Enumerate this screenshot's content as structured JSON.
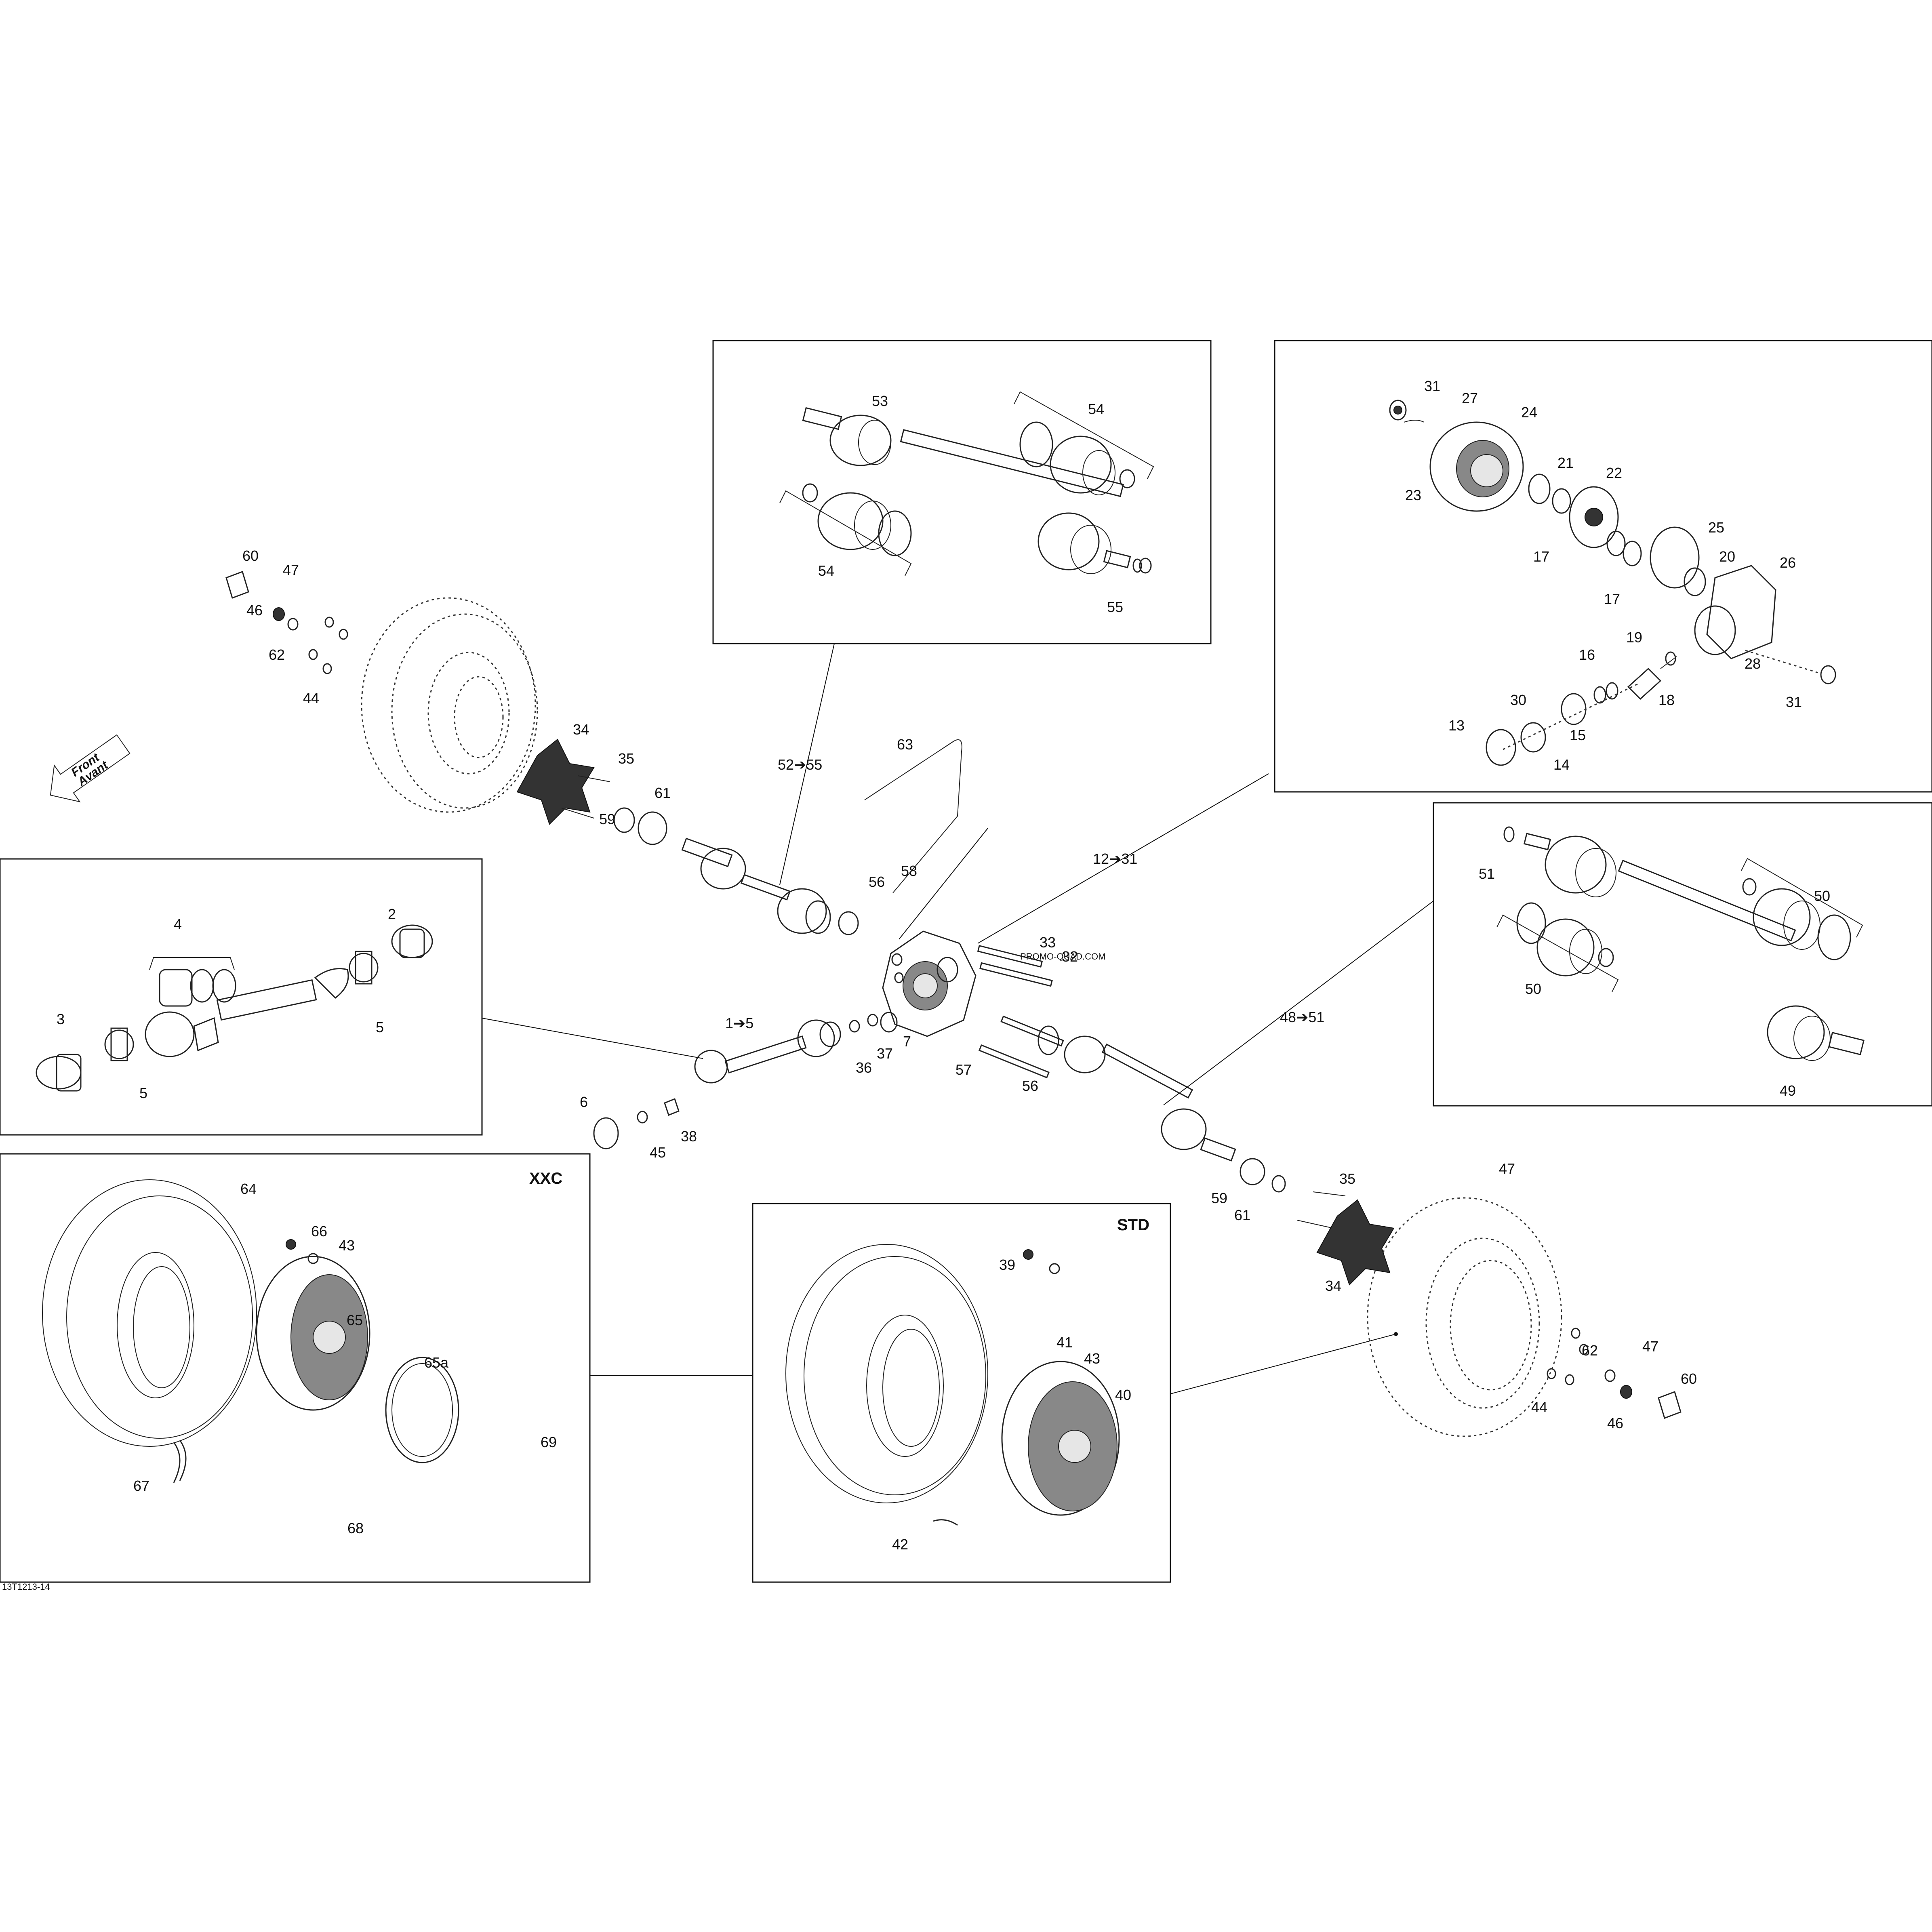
{
  "sections": {
    "xxc": {
      "tag": "XXC"
    },
    "std": {
      "tag": "STD"
    }
  },
  "front_arrow": {
    "line1": "Front",
    "line2": "Avant"
  },
  "drawing_code": "13T1213-14",
  "watermark": "PROMO-QUAD.COM",
  "callouts": {
    "c53": "53",
    "c54a": "54",
    "c54b": "54",
    "c55": "55",
    "c31a": "31",
    "c27": "27",
    "c24": "24",
    "c21": "21",
    "c22": "22",
    "c23": "23",
    "c17a": "17",
    "c17b": "17",
    "c25": "25",
    "c20": "20",
    "c26": "26",
    "c19": "19",
    "c16": "16",
    "c18": "18",
    "c28": "28",
    "c31b": "31",
    "c30": "30",
    "c15": "15",
    "c13": "13",
    "c14": "14",
    "c60a": "60",
    "c47a": "47",
    "c46a": "46",
    "c62a": "62",
    "c44a": "44",
    "c34a": "34",
    "c35a": "35",
    "c61a": "61",
    "c59a": "59",
    "c52_55": "52➔55",
    "c63": "63",
    "c56a": "56",
    "c58": "58",
    "c12_31": "12➔31",
    "c33": "33",
    "c32": "32",
    "c51": "51",
    "c50a": "50",
    "c50b": "50",
    "c49": "49",
    "c4": "4",
    "c2": "2",
    "c3": "3",
    "c5a": "5",
    "c5b": "5",
    "c1_5": "1➔5",
    "c36": "36",
    "c37": "37",
    "c7": "7",
    "c57": "57",
    "c56b": "56",
    "c48_51": "48➔51",
    "c6": "6",
    "c45": "45",
    "c38": "38",
    "c59b": "59",
    "c61b": "61",
    "c35b": "35",
    "c34b": "34",
    "c47b": "47",
    "c64": "64",
    "c66": "66",
    "c43a": "43",
    "c65": "65",
    "c65a": "65a",
    "c67": "67",
    "c69": "69",
    "c68": "68",
    "c39": "39",
    "c41": "41",
    "c43b": "43",
    "c40": "40",
    "c42": "42",
    "c62b": "62",
    "c47c": "47",
    "c60b": "60",
    "c44b": "44",
    "c46b": "46"
  }
}
